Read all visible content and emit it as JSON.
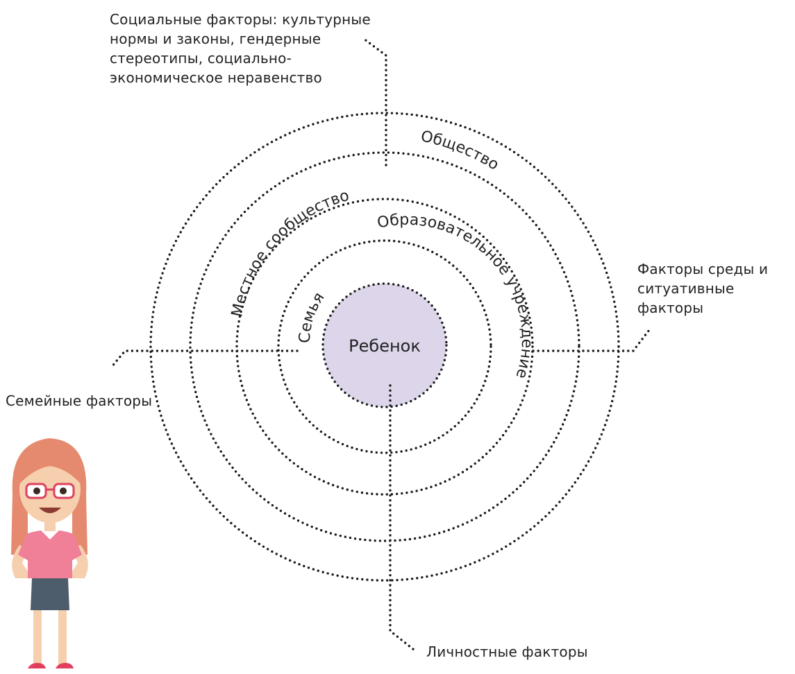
{
  "center": {
    "label": "Ребенок",
    "fill": "#ddd6ea"
  },
  "rings": [
    {
      "id": "family",
      "label": "Семья"
    },
    {
      "id": "school",
      "label": "Образовательное учреждение"
    },
    {
      "id": "community",
      "label": "Местное сообщество"
    },
    {
      "id": "society",
      "label": "Общество"
    }
  ],
  "factors": {
    "social": {
      "lines": [
        "Социальные факторы: культурные",
        "нормы и законы, гендерные",
        "стереотипы, социально-",
        "экономическое неравенство"
      ]
    },
    "environment": {
      "lines": [
        "Факторы среды и",
        "ситуативные факторы"
      ]
    },
    "family": {
      "lines": [
        "Семейные факторы"
      ]
    },
    "personal": {
      "lines": [
        "Личностные факторы"
      ]
    }
  },
  "colors": {
    "dots": "#1a1a1a",
    "hair": "#e58a6e",
    "skin": "#f5cfae",
    "shirt": "#f07f98",
    "skirt": "#4d5d6b",
    "glasses": "#e0405e"
  },
  "illustration": {
    "icon": "girl-with-glasses-icon"
  }
}
